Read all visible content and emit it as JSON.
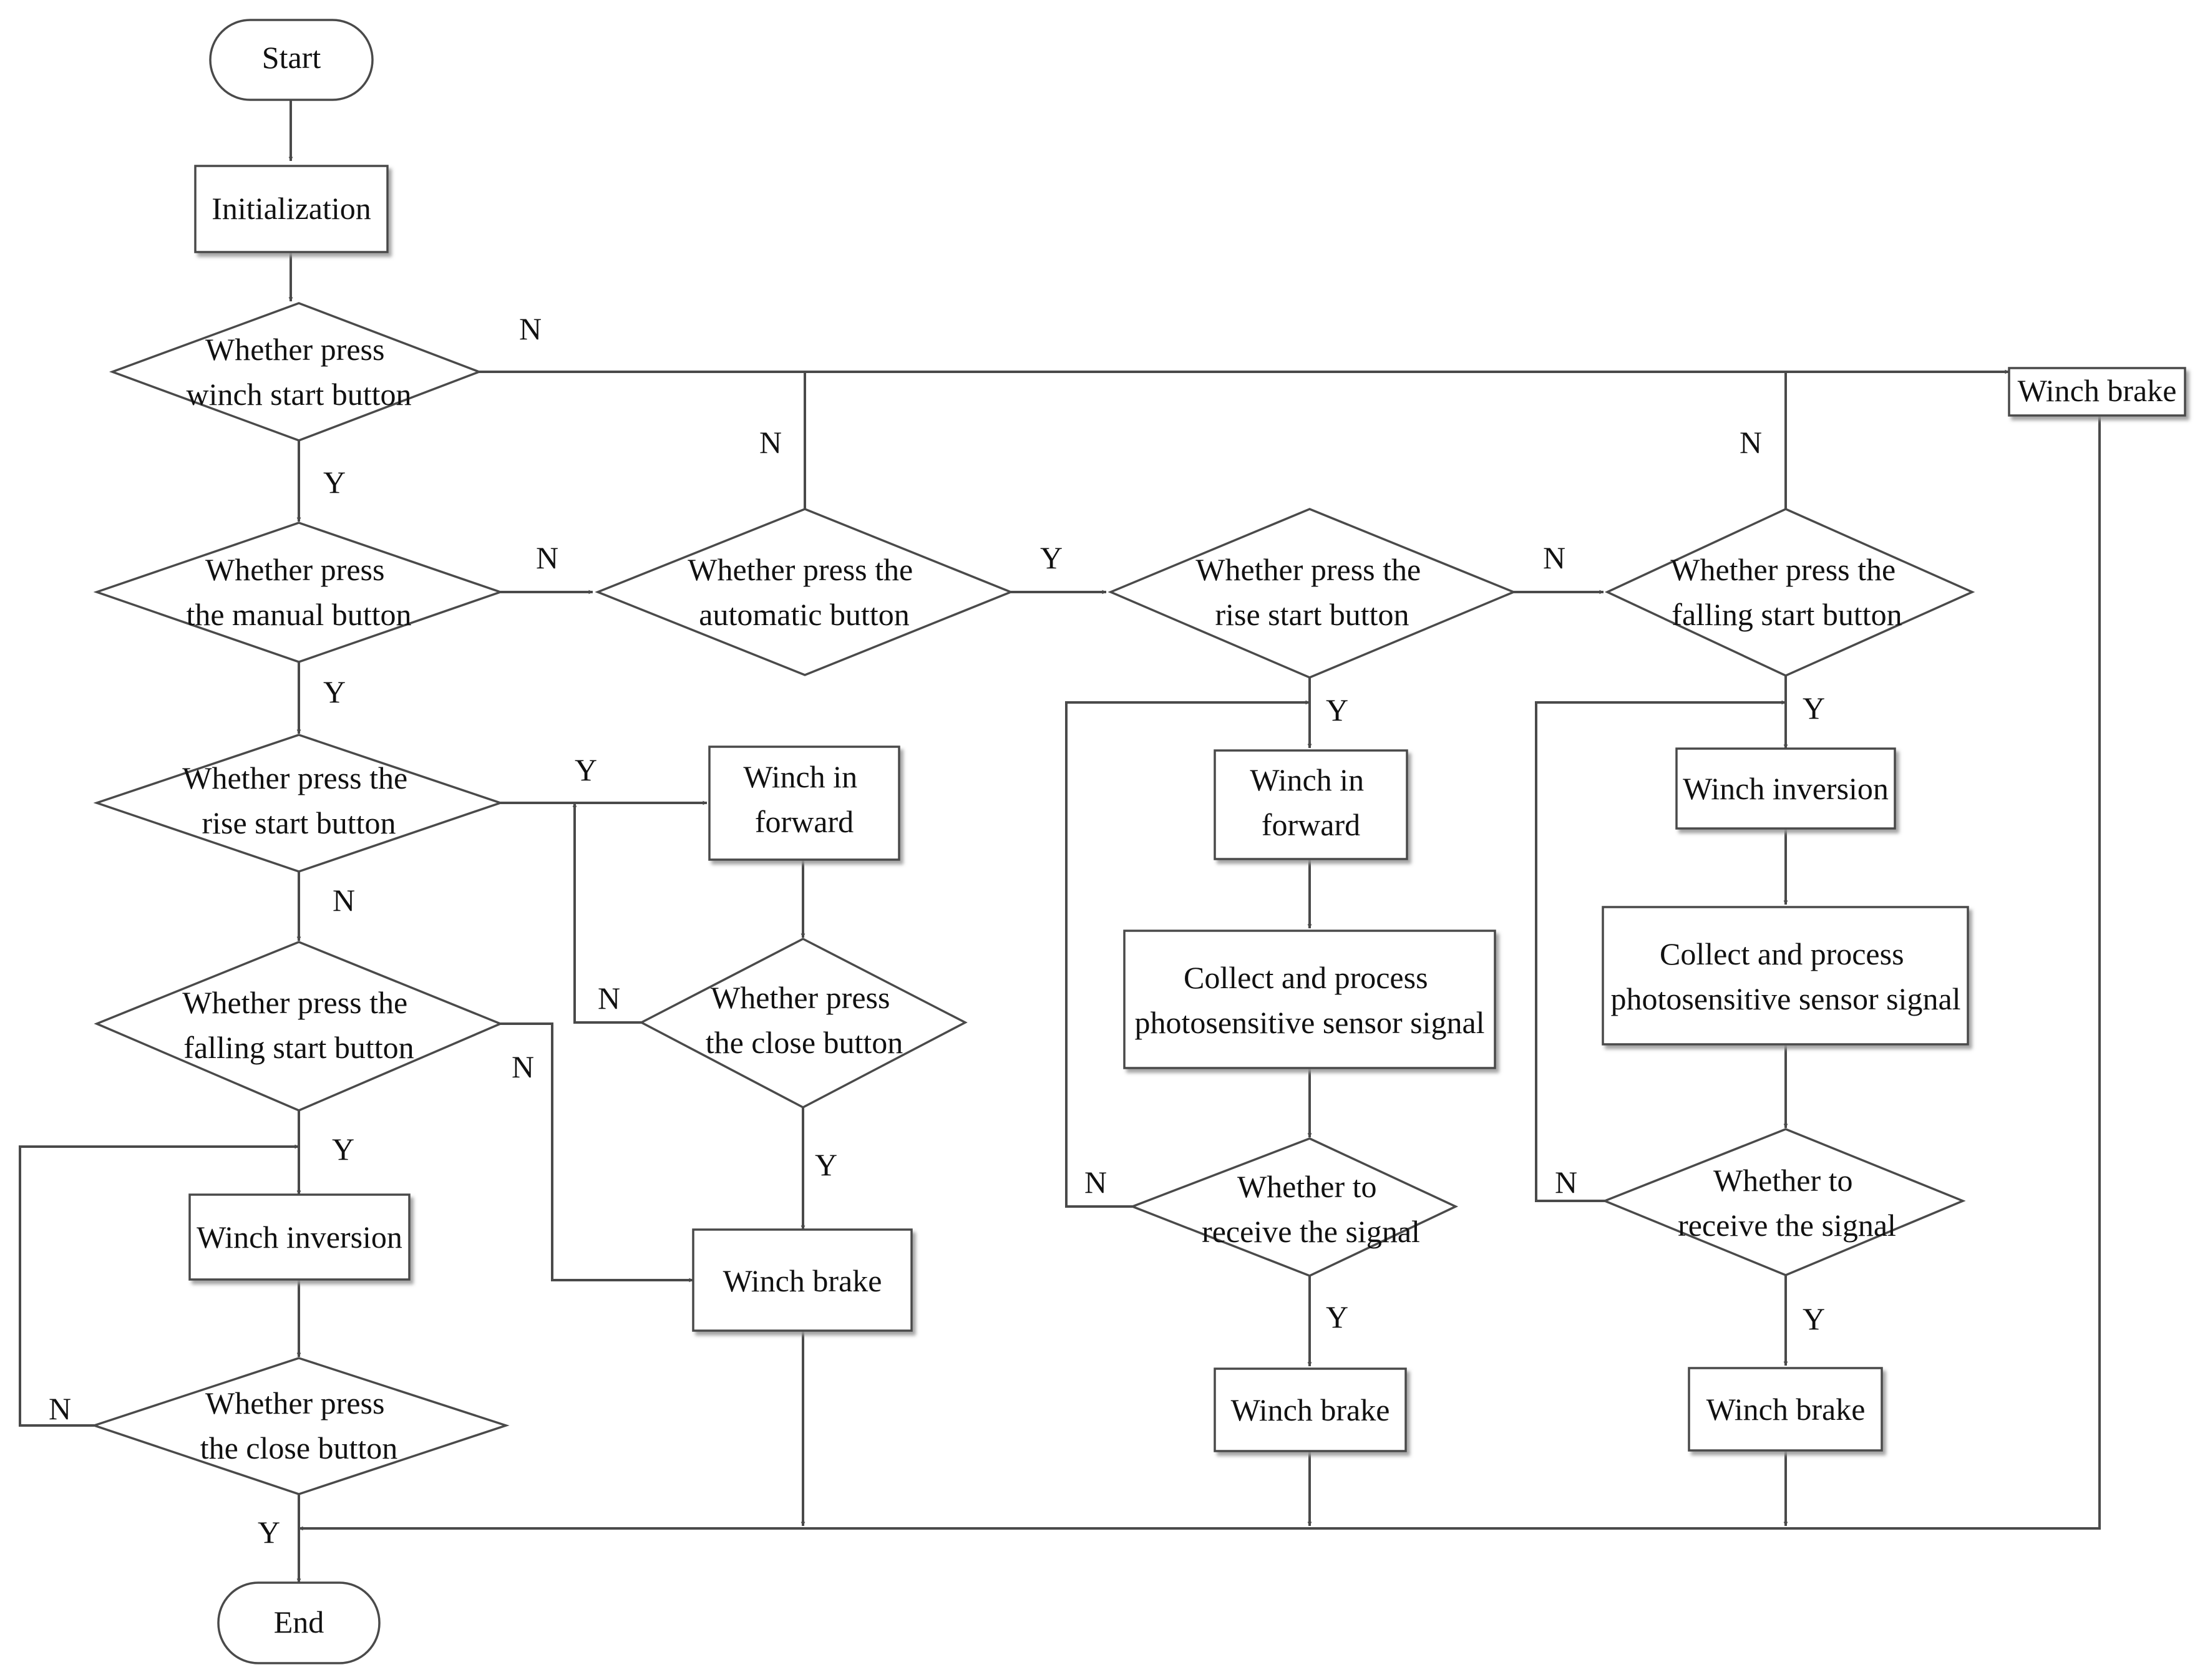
{
  "nodes": {
    "start": {
      "lines": [
        "Start"
      ]
    },
    "init": {
      "lines": [
        "Initialization"
      ]
    },
    "d_winch_start": {
      "lines": [
        "Whether press",
        "winch start button"
      ]
    },
    "winch_brake_top": {
      "lines": [
        "Winch brake"
      ]
    },
    "d_manual": {
      "lines": [
        "Whether press",
        "the manual button"
      ]
    },
    "d_automatic": {
      "lines": [
        "Whether press the",
        "automatic button"
      ]
    },
    "d_auto_rise": {
      "lines": [
        "Whether press the",
        "rise start button"
      ]
    },
    "d_auto_fall": {
      "lines": [
        "Whether press the",
        "falling start button"
      ]
    },
    "d_man_rise": {
      "lines": [
        "Whether press the",
        "rise start button"
      ]
    },
    "man_forward": {
      "lines": [
        "Winch in",
        "forward"
      ]
    },
    "d_man_close_fwd": {
      "lines": [
        "Whether press",
        "the close button"
      ]
    },
    "man_brake": {
      "lines": [
        "Winch brake"
      ]
    },
    "d_man_fall": {
      "lines": [
        "Whether press the",
        "falling start button"
      ]
    },
    "man_inversion": {
      "lines": [
        "Winch inversion"
      ]
    },
    "d_man_close_inv": {
      "lines": [
        "Whether press",
        "the close button"
      ]
    },
    "auto_forward": {
      "lines": [
        "Winch in",
        "forward"
      ]
    },
    "auto_collect_1": {
      "lines": [
        "Collect and process",
        "photosensitive sensor signal"
      ]
    },
    "d_signal_1": {
      "lines": [
        "Whether to",
        "receive the signal"
      ]
    },
    "auto_brake_1": {
      "lines": [
        "Winch brake"
      ]
    },
    "auto_inversion": {
      "lines": [
        "Winch inversion"
      ]
    },
    "auto_collect_2": {
      "lines": [
        "Collect and process",
        "photosensitive sensor signal"
      ]
    },
    "d_signal_2": {
      "lines": [
        "Whether to",
        "receive the signal"
      ]
    },
    "auto_brake_2": {
      "lines": [
        "Winch brake"
      ]
    },
    "end": {
      "lines": [
        "End"
      ]
    }
  },
  "edge_labels": {
    "yes": "Y",
    "no": "N"
  }
}
